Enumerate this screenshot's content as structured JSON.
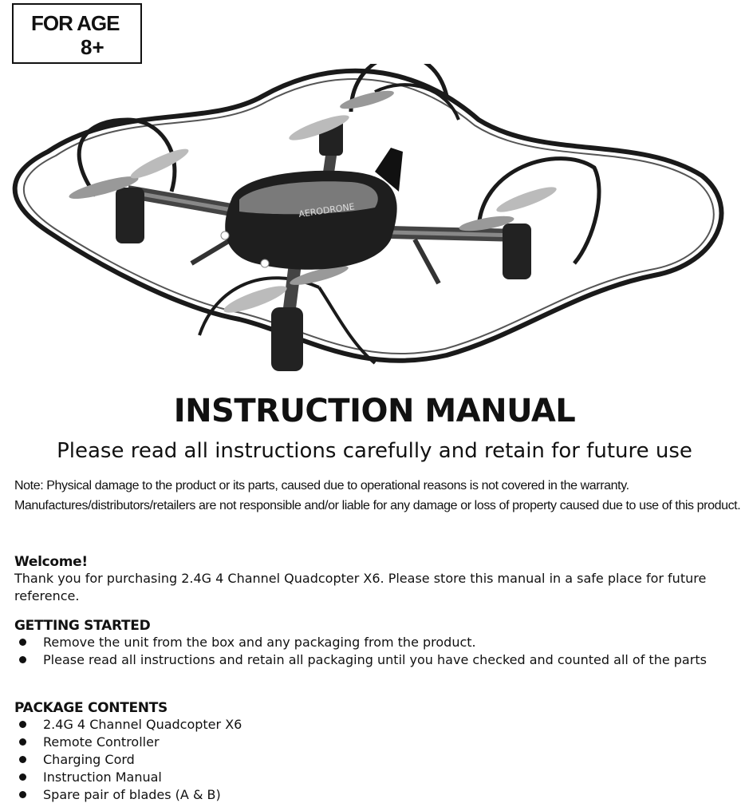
{
  "age_badge": {
    "line1": "FOR AGE",
    "line2": "8+"
  },
  "product_image": {
    "brand_text": "AERODRONE"
  },
  "title": "INSTRUCTION MANUAL",
  "subtitle": "Please read all instructions carefully and retain for future use",
  "note": "Note: Physical damage to the product or its parts, caused due to operational reasons is not covered in the warranty. Manufactures/distributors/retailers are not responsible and/or liable for any damage or loss of property caused due to use of this product.",
  "welcome": {
    "heading": "Welcome!",
    "text": "Thank you for purchasing 2.4G 4 Channel Quadcopter X6.  Please store this manual in a safe place for future reference."
  },
  "getting_started": {
    "heading": "GETTING STARTED",
    "items": [
      "Remove the unit from the box and any packaging from the product.",
      "Please read all instructions and retain all packaging until you have checked and counted all of the parts"
    ]
  },
  "package_contents": {
    "heading": "PACKAGE CONTENTS",
    "items": [
      "2.4G 4 Channel Quadcopter X6",
      "Remote Controller",
      "Charging Cord",
      "Instruction Manual",
      "Spare pair of blades (A & B)"
    ]
  }
}
